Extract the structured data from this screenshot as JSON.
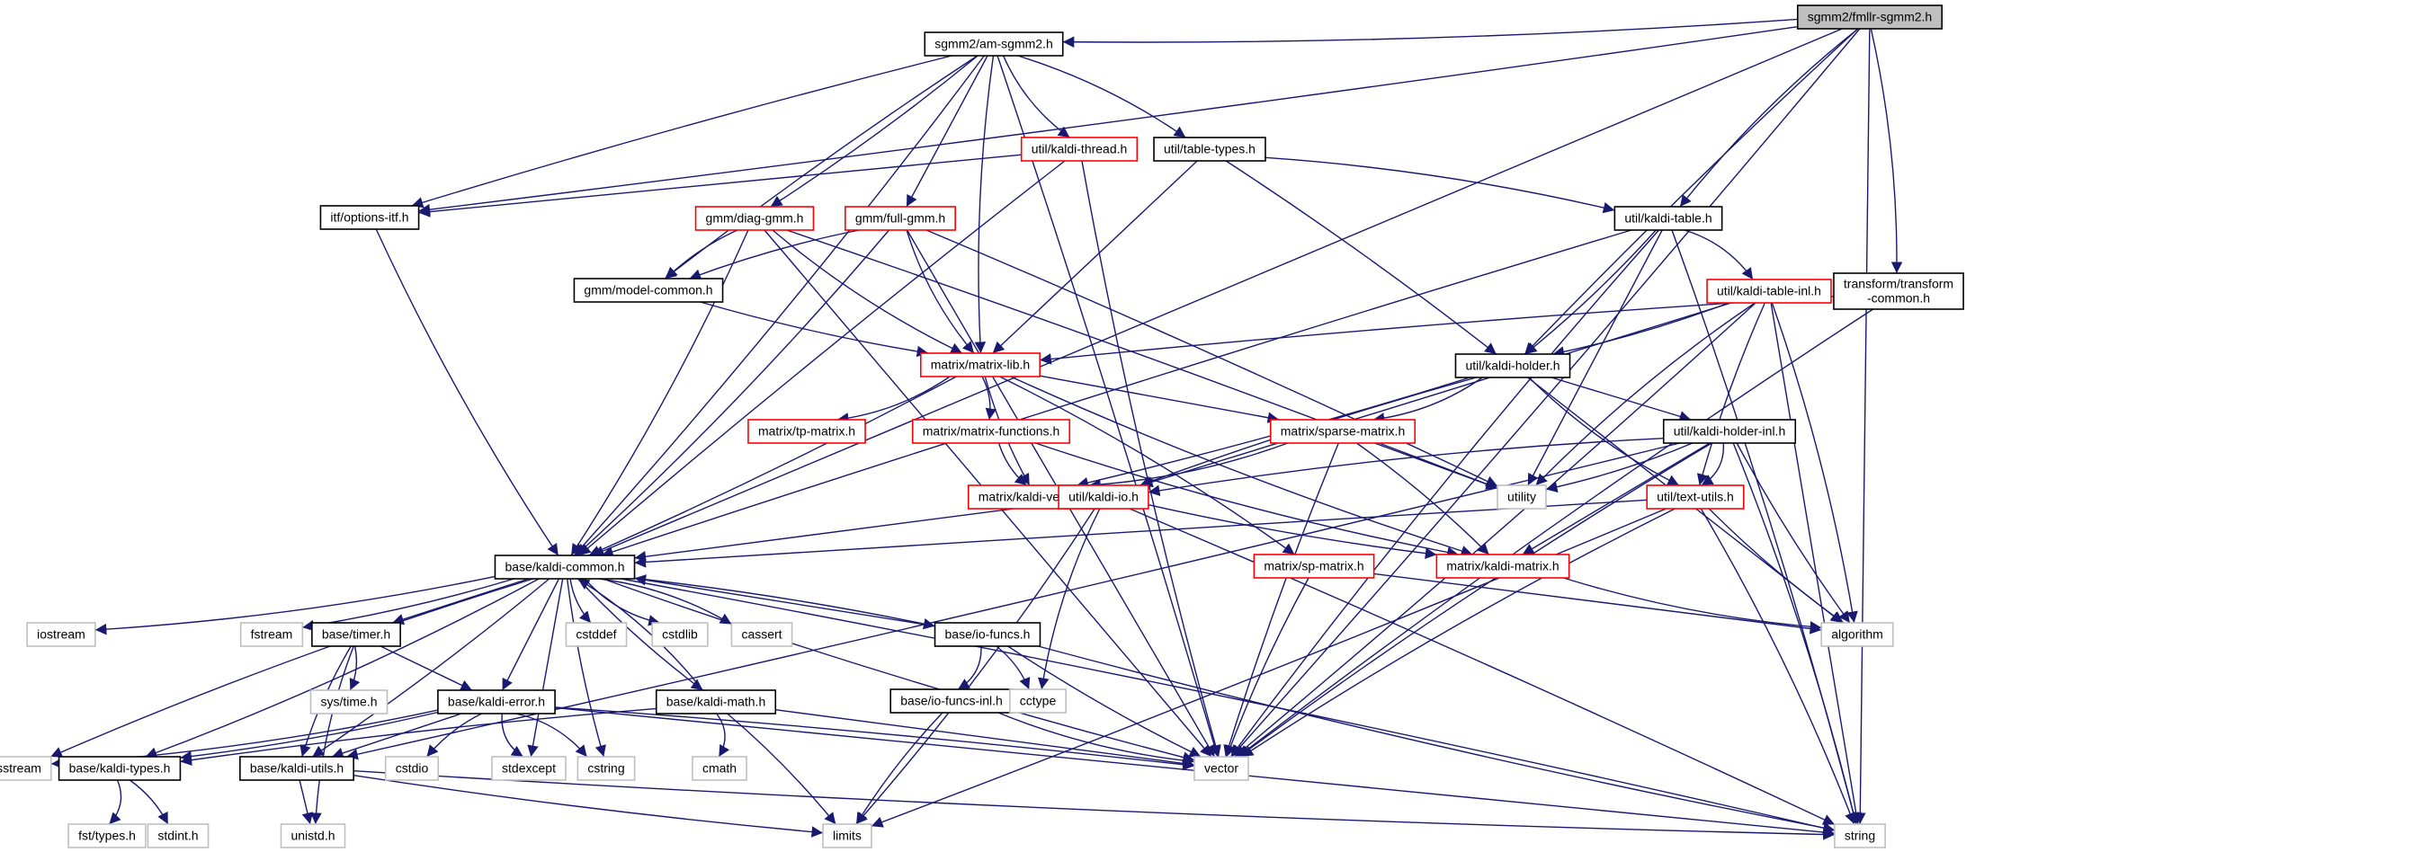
{
  "graph": {
    "title": "sgmm2/fmllr-sgmm2.h include dependency graph",
    "colors": {
      "edge": "#191970",
      "root_fill": "#bfbfbf",
      "documented_border": "#000000",
      "truncated_border": "#ff0000",
      "system_border": "#bfbfbf"
    },
    "nodes": [
      {
        "id": "root",
        "label": "sgmm2/fmllr-sgmm2.h",
        "kind": "root"
      },
      {
        "id": "am",
        "label": "sgmm2/am-sgmm2.h",
        "kind": "doc"
      },
      {
        "id": "options",
        "label": "itf/options-itf.h",
        "kind": "doc"
      },
      {
        "id": "thread",
        "label": "util/kaldi-thread.h",
        "kind": "trunc"
      },
      {
        "id": "tabletypes",
        "label": "util/table-types.h",
        "kind": "doc"
      },
      {
        "id": "diaggmm",
        "label": "gmm/diag-gmm.h",
        "kind": "trunc"
      },
      {
        "id": "fullgmm",
        "label": "gmm/full-gmm.h",
        "kind": "trunc"
      },
      {
        "id": "modelcommon",
        "label": "gmm/model-common.h",
        "kind": "doc"
      },
      {
        "id": "kalditable",
        "label": "util/kaldi-table.h",
        "kind": "doc"
      },
      {
        "id": "tableinl",
        "label": "util/kaldi-table-inl.h",
        "kind": "trunc"
      },
      {
        "id": "transform",
        "label": "transform/transform\n-common.h",
        "kind": "doc"
      },
      {
        "id": "matrixlib",
        "label": "matrix/matrix-lib.h",
        "kind": "trunc"
      },
      {
        "id": "holder",
        "label": "util/kaldi-holder.h",
        "kind": "doc"
      },
      {
        "id": "tpmatrix",
        "label": "matrix/tp-matrix.h",
        "kind": "trunc"
      },
      {
        "id": "matfuncs",
        "label": "matrix/matrix-functions.h",
        "kind": "trunc"
      },
      {
        "id": "sparse",
        "label": "matrix/sparse-matrix.h",
        "kind": "trunc"
      },
      {
        "id": "holderinl",
        "label": "util/kaldi-holder-inl.h",
        "kind": "doc"
      },
      {
        "id": "kaldivector",
        "label": "matrix/kaldi-vector.h",
        "kind": "trunc"
      },
      {
        "id": "kaldiio",
        "label": "util/kaldi-io.h",
        "kind": "trunc"
      },
      {
        "id": "utility",
        "label": "utility",
        "kind": "sys"
      },
      {
        "id": "textutils",
        "label": "util/text-utils.h",
        "kind": "trunc"
      },
      {
        "id": "common",
        "label": "base/kaldi-common.h",
        "kind": "doc"
      },
      {
        "id": "spmatrix",
        "label": "matrix/sp-matrix.h",
        "kind": "trunc"
      },
      {
        "id": "kaldimatrix",
        "label": "matrix/kaldi-matrix.h",
        "kind": "trunc"
      },
      {
        "id": "iostream",
        "label": "iostream",
        "kind": "sys"
      },
      {
        "id": "fstream",
        "label": "fstream",
        "kind": "sys"
      },
      {
        "id": "timer",
        "label": "base/timer.h",
        "kind": "doc"
      },
      {
        "id": "cstddef",
        "label": "cstddef",
        "kind": "sys"
      },
      {
        "id": "cstdlib",
        "label": "cstdlib",
        "kind": "sys"
      },
      {
        "id": "cassert",
        "label": "cassert",
        "kind": "sys"
      },
      {
        "id": "iofuncs",
        "label": "base/io-funcs.h",
        "kind": "doc"
      },
      {
        "id": "algorithm",
        "label": "algorithm",
        "kind": "sys"
      },
      {
        "id": "systime",
        "label": "sys/time.h",
        "kind": "sys"
      },
      {
        "id": "error",
        "label": "base/kaldi-error.h",
        "kind": "doc"
      },
      {
        "id": "math",
        "label": "base/kaldi-math.h",
        "kind": "doc"
      },
      {
        "id": "iofuncsinl",
        "label": "base/io-funcs-inl.h",
        "kind": "doc"
      },
      {
        "id": "cctype",
        "label": "cctype",
        "kind": "sys"
      },
      {
        "id": "sstream",
        "label": "sstream",
        "kind": "sys"
      },
      {
        "id": "types",
        "label": "base/kaldi-types.h",
        "kind": "doc"
      },
      {
        "id": "utils",
        "label": "base/kaldi-utils.h",
        "kind": "doc"
      },
      {
        "id": "cstdio",
        "label": "cstdio",
        "kind": "sys"
      },
      {
        "id": "stdexcept",
        "label": "stdexcept",
        "kind": "sys"
      },
      {
        "id": "cstring",
        "label": "cstring",
        "kind": "sys"
      },
      {
        "id": "cmath",
        "label": "cmath",
        "kind": "sys"
      },
      {
        "id": "vector",
        "label": "vector",
        "kind": "sys"
      },
      {
        "id": "fsttypes",
        "label": "fst/types.h",
        "kind": "sys"
      },
      {
        "id": "stdint",
        "label": "stdint.h",
        "kind": "sys"
      },
      {
        "id": "unistd",
        "label": "unistd.h",
        "kind": "sys"
      },
      {
        "id": "limits",
        "label": "limits",
        "kind": "sys"
      },
      {
        "id": "string",
        "label": "string",
        "kind": "sys"
      }
    ],
    "edges": [
      [
        "root",
        "am"
      ],
      [
        "root",
        "options"
      ],
      [
        "root",
        "common"
      ],
      [
        "root",
        "holder"
      ],
      [
        "root",
        "kalditable"
      ],
      [
        "root",
        "transform"
      ],
      [
        "root",
        "vector"
      ],
      [
        "root",
        "string"
      ],
      [
        "am",
        "options"
      ],
      [
        "am",
        "thread"
      ],
      [
        "am",
        "tabletypes"
      ],
      [
        "am",
        "diaggmm"
      ],
      [
        "am",
        "fullgmm"
      ],
      [
        "am",
        "modelcommon"
      ],
      [
        "am",
        "matrixlib"
      ],
      [
        "am",
        "common"
      ],
      [
        "am",
        "vector"
      ],
      [
        "thread",
        "options"
      ],
      [
        "thread",
        "common"
      ],
      [
        "thread",
        "vector"
      ],
      [
        "tabletypes",
        "kalditable"
      ],
      [
        "tabletypes",
        "holder"
      ],
      [
        "tabletypes",
        "matrixlib"
      ],
      [
        "diaggmm",
        "modelcommon"
      ],
      [
        "diaggmm",
        "matrixlib"
      ],
      [
        "diaggmm",
        "common"
      ],
      [
        "diaggmm",
        "utility"
      ],
      [
        "diaggmm",
        "vector"
      ],
      [
        "fullgmm",
        "modelcommon"
      ],
      [
        "fullgmm",
        "matrixlib"
      ],
      [
        "fullgmm",
        "common"
      ],
      [
        "fullgmm",
        "utility"
      ],
      [
        "fullgmm",
        "vector"
      ],
      [
        "modelcommon",
        "matrixlib"
      ],
      [
        "options",
        "common"
      ],
      [
        "kalditable",
        "tableinl"
      ],
      [
        "kalditable",
        "holder"
      ],
      [
        "kalditable",
        "utility"
      ],
      [
        "kalditable",
        "common"
      ],
      [
        "kalditable",
        "vector"
      ],
      [
        "kalditable",
        "string"
      ],
      [
        "tableinl",
        "holder"
      ],
      [
        "tableinl",
        "kaldiio"
      ],
      [
        "tableinl",
        "textutils"
      ],
      [
        "tableinl",
        "utility"
      ],
      [
        "tableinl",
        "algorithm"
      ],
      [
        "tableinl",
        "vector"
      ],
      [
        "tableinl",
        "string"
      ],
      [
        "transform",
        "matrixlib"
      ],
      [
        "transform",
        "vector"
      ],
      [
        "matrixlib",
        "tpmatrix"
      ],
      [
        "matrixlib",
        "matfuncs"
      ],
      [
        "matrixlib",
        "sparse"
      ],
      [
        "matrixlib",
        "kaldivector"
      ],
      [
        "matrixlib",
        "kaldimatrix"
      ],
      [
        "matrixlib",
        "spmatrix"
      ],
      [
        "matrixlib",
        "common"
      ],
      [
        "holder",
        "holderinl"
      ],
      [
        "holder",
        "kaldiio"
      ],
      [
        "holder",
        "textutils"
      ],
      [
        "holder",
        "sparse"
      ],
      [
        "holder",
        "kaldivector"
      ],
      [
        "holder",
        "algorithm"
      ],
      [
        "matfuncs",
        "kaldivector"
      ],
      [
        "matfuncs",
        "kaldimatrix"
      ],
      [
        "sparse",
        "kaldivector"
      ],
      [
        "sparse",
        "kaldimatrix"
      ],
      [
        "sparse",
        "utility"
      ],
      [
        "sparse",
        "vector"
      ],
      [
        "holderinl",
        "kaldiio"
      ],
      [
        "holderinl",
        "textutils"
      ],
      [
        "holderinl",
        "utility"
      ],
      [
        "holderinl",
        "kaldimatrix"
      ],
      [
        "holderinl",
        "algorithm"
      ],
      [
        "holderinl",
        "vector"
      ],
      [
        "holderinl",
        "string"
      ],
      [
        "holderinl",
        "utils"
      ],
      [
        "kaldiio",
        "common"
      ],
      [
        "kaldiio",
        "kaldimatrix"
      ],
      [
        "kaldiio",
        "cctype"
      ],
      [
        "kaldiio",
        "limits"
      ],
      [
        "kaldiio",
        "string"
      ],
      [
        "textutils",
        "common"
      ],
      [
        "textutils",
        "algorithm"
      ],
      [
        "textutils",
        "vector"
      ],
      [
        "textutils",
        "string"
      ],
      [
        "textutils",
        "limits"
      ],
      [
        "spmatrix",
        "algorithm"
      ],
      [
        "spmatrix",
        "vector"
      ],
      [
        "kaldimatrix",
        "algorithm"
      ],
      [
        "common",
        "iostream"
      ],
      [
        "common",
        "fstream"
      ],
      [
        "common",
        "timer"
      ],
      [
        "common",
        "cstddef"
      ],
      [
        "common",
        "cstdlib"
      ],
      [
        "common",
        "cassert"
      ],
      [
        "common",
        "iofuncs"
      ],
      [
        "common",
        "error"
      ],
      [
        "common",
        "math"
      ],
      [
        "common",
        "sstream"
      ],
      [
        "common",
        "types"
      ],
      [
        "common",
        "utils"
      ],
      [
        "common",
        "stdexcept"
      ],
      [
        "common",
        "cstring"
      ],
      [
        "common",
        "vector"
      ],
      [
        "common",
        "string"
      ],
      [
        "timer",
        "systime"
      ],
      [
        "timer",
        "error"
      ],
      [
        "timer",
        "utils"
      ],
      [
        "timer",
        "unistd"
      ],
      [
        "iofuncs",
        "iofuncsinl"
      ],
      [
        "iofuncs",
        "cctype"
      ],
      [
        "iofuncs",
        "common"
      ],
      [
        "iofuncs",
        "vector"
      ],
      [
        "iofuncs",
        "string"
      ],
      [
        "error",
        "sstream"
      ],
      [
        "error",
        "types"
      ],
      [
        "error",
        "utils"
      ],
      [
        "error",
        "cstdio"
      ],
      [
        "error",
        "stdexcept"
      ],
      [
        "error",
        "cstring"
      ],
      [
        "error",
        "vector"
      ],
      [
        "error",
        "string"
      ],
      [
        "math",
        "types"
      ],
      [
        "math",
        "common"
      ],
      [
        "math",
        "cmath"
      ],
      [
        "math",
        "limits"
      ],
      [
        "math",
        "vector"
      ],
      [
        "iofuncsinl",
        "limits"
      ],
      [
        "iofuncsinl",
        "vector"
      ],
      [
        "types",
        "fsttypes"
      ],
      [
        "types",
        "stdint"
      ],
      [
        "utils",
        "unistd"
      ],
      [
        "utils",
        "limits"
      ],
      [
        "utils",
        "string"
      ]
    ]
  }
}
